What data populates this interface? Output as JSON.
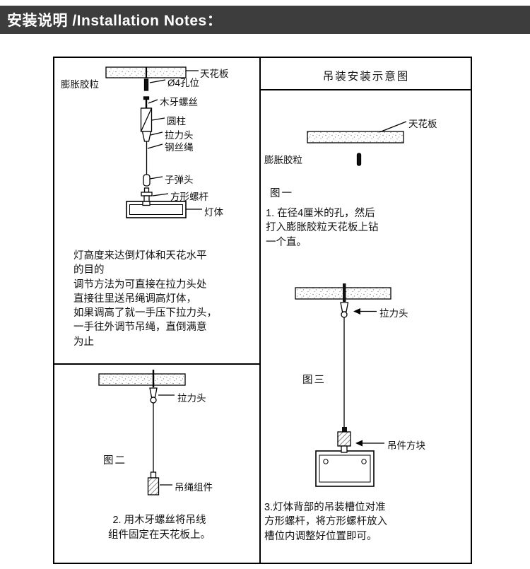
{
  "header": {
    "title": "安装说明 /Installation Notes："
  },
  "colors": {
    "header_bg": "#3d3d3d",
    "line": "#000000"
  },
  "right_panel": {
    "title": "吊装安装示意图"
  },
  "exploded": {
    "labels": {
      "ceiling": "天花板",
      "expansion_plug": "膨胀胶粒",
      "hole": "Ø4孔位",
      "wood_screw": "木牙螺丝",
      "cylinder": "圆柱",
      "tension_head": "拉力头",
      "steel_wire": "钢丝绳",
      "bullet_head": "子弹头",
      "square_rod": "方形螺杆",
      "lamp_body": "灯体"
    },
    "note_lines": [
      "灯高度来达倒灯体和天花水平",
      "的目的",
      "调节方法为可直接在拉力头处",
      "直接往里送吊绳调高灯体，",
      "如果调高了就一手压下拉力头，",
      "一手往外调节吊绳，直倒满意",
      "为止"
    ]
  },
  "figure1": {
    "caption": "图一",
    "labels": {
      "ceiling": "天花板",
      "expansion_plug": "膨胀胶粒"
    },
    "step_lines": [
      "1. 在径4厘米的孔，然后",
      "打入膨胀胶粒天花板上钻",
      "一个直。"
    ]
  },
  "figure2": {
    "caption": "图二",
    "labels": {
      "tension_head": "拉力头",
      "rope_assembly": "吊绳组件"
    },
    "step_lines": [
      "2. 用木牙螺丝将吊线",
      "组件固定在天花板上。"
    ]
  },
  "figure3": {
    "caption": "图三",
    "labels": {
      "tension_head": "拉力头",
      "hanger_block": "吊件方块"
    },
    "step_lines": [
      "3.灯体背部的吊装槽位对准",
      "方形螺杆，将方形螺杆放入",
      "槽位内调整好位置即可。"
    ]
  }
}
